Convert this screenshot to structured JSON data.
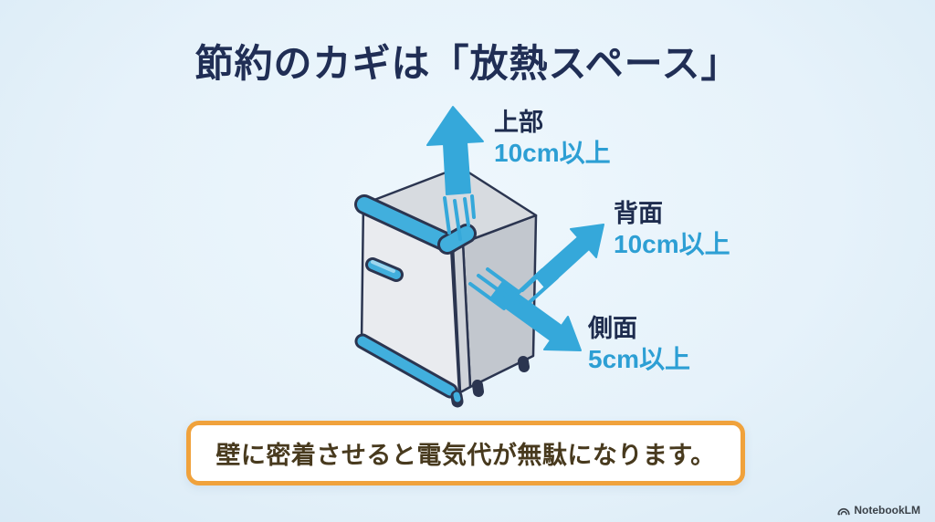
{
  "title": "節約のカギは「放熱スペース」",
  "diagram": {
    "illustration": "isometric-refrigerator-with-airflow-arrows",
    "annotations": {
      "top": {
        "label": "上部",
        "value": "10cm以上"
      },
      "rear": {
        "label": "背面",
        "value": "10cm以上"
      },
      "side": {
        "label": "側面",
        "value": "5cm以上"
      }
    }
  },
  "callout": {
    "text": "壁に密着させると電気代が無駄になります。"
  },
  "footer": {
    "brand": "NotebookLM"
  },
  "colors": {
    "background": "#e6f2fa",
    "title_navy": "#202e55",
    "label_navy": "#1e2c4e",
    "value_blue": "#2d9fd4",
    "arrow_blue": "#35a8da",
    "trim_blue": "#41afdd",
    "outline_navy": "#2b3550",
    "callout_border_orange": "#f0a23c",
    "callout_text_brown": "#483a1e"
  }
}
